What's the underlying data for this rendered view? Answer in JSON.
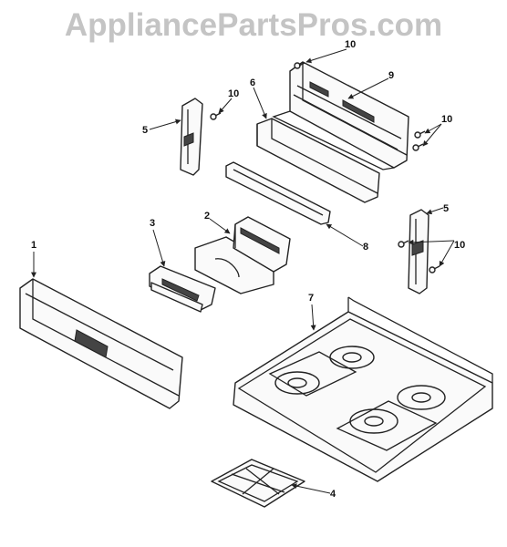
{
  "watermark": "AppliancePartsPros.com",
  "callouts": {
    "c1": "1",
    "c2": "2",
    "c3": "3",
    "c4": "4",
    "c5a": "5",
    "c5b": "5",
    "c6": "6",
    "c7": "7",
    "c8": "8",
    "c9": "9",
    "c10a": "10",
    "c10b": "10",
    "c10c": "10",
    "c10d": "10"
  }
}
